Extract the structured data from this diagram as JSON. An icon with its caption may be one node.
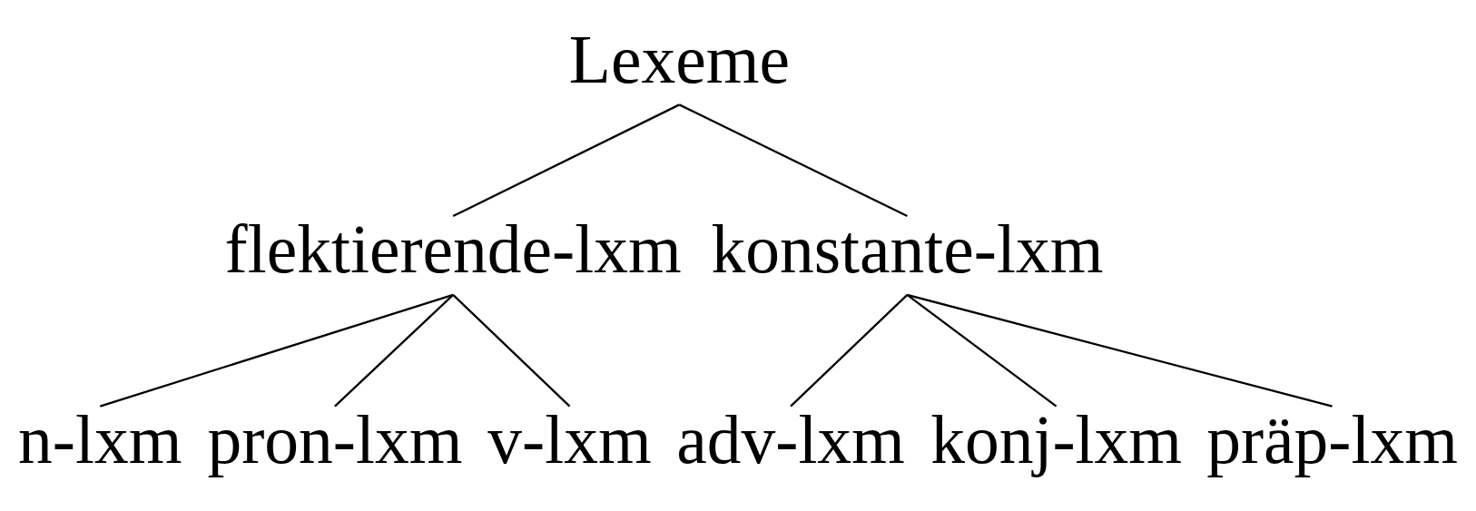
{
  "diagram": {
    "nodes": [
      {
        "text": [
          "Lexeme"
        ]
      },
      {
        "text": [
          "flektierende-lxm"
        ]
      },
      {
        "text": [
          "konstante-lxm"
        ]
      },
      {
        "text": [
          "n-lxm"
        ]
      },
      {
        "text": [
          "pron-lxm"
        ]
      },
      {
        "text": [
          "v-lxm"
        ]
      },
      {
        "text": [
          "adv-lxm"
        ]
      },
      {
        "text": [
          "konj-lxm"
        ]
      },
      {
        "text": [
          "präp-lxm"
        ]
      }
    ],
    "edges": [
      {
        "from": 0,
        "to": 1,
        "arrow": "none"
      },
      {
        "from": 0,
        "to": 2,
        "arrow": "none"
      },
      {
        "from": 1,
        "to": 3,
        "arrow": "none"
      },
      {
        "from": 1,
        "to": 4,
        "arrow": "none"
      },
      {
        "from": 1,
        "to": 5,
        "arrow": "none"
      },
      {
        "from": 2,
        "to": 6,
        "arrow": "none"
      },
      {
        "from": 2,
        "to": 7,
        "arrow": "none"
      },
      {
        "from": 2,
        "to": 8,
        "arrow": "none"
      }
    ]
  }
}
